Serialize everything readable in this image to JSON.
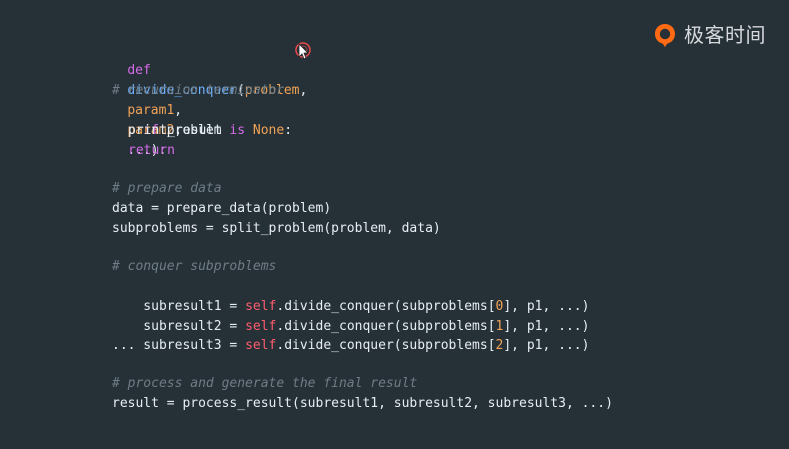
{
  "brand": {
    "logo_text": "极客时间",
    "accent": "#ff6a13"
  },
  "code": {
    "lines": [
      {
        "id": "line-1",
        "text": "def divide_conquer(problem, param1, param2, ...):"
      },
      {
        "id": "line-2",
        "text": "# recursion terminator"
      },
      {
        "id": "line-3",
        "text": "if problem is None:"
      },
      {
        "id": "line-4",
        "text": "print_result"
      },
      {
        "id": "line-5",
        "text": "return"
      },
      {
        "id": "line-6",
        "text": "# prepare data"
      },
      {
        "id": "line-7",
        "text": "data = prepare_data(problem)"
      },
      {
        "id": "line-8",
        "text": "subproblems = split_problem(problem, data)"
      },
      {
        "id": "line-9",
        "text": "# conquer subproblems"
      },
      {
        "id": "line-10",
        "text": "subresult1 = self.divide_conquer(subproblems[0], p1, ...)"
      },
      {
        "id": "line-11",
        "text": "subresult2 = self.divide_conquer(subproblems[1], p1, ...)"
      },
      {
        "id": "line-12",
        "text": "subresult3 = self.divide_conquer(subproblems[2], p1, ...)"
      },
      {
        "id": "line-13",
        "text": "..."
      },
      {
        "id": "line-14",
        "text": "# process and generate the final result"
      },
      {
        "id": "line-15",
        "text": "result = process_result(subresult1, subresult2, subresult3, ...)"
      }
    ]
  },
  "colors": {
    "background": "#263037",
    "keyword": "#d36be6",
    "function": "#6cb2ff",
    "parameter": "#f1a356",
    "self": "#ff5d6e",
    "comment": "#6f7d87",
    "text": "#e7eef3"
  },
  "icons": {
    "logo": "geektime-logo-icon",
    "cursor": "mouse-pointer-icon"
  }
}
